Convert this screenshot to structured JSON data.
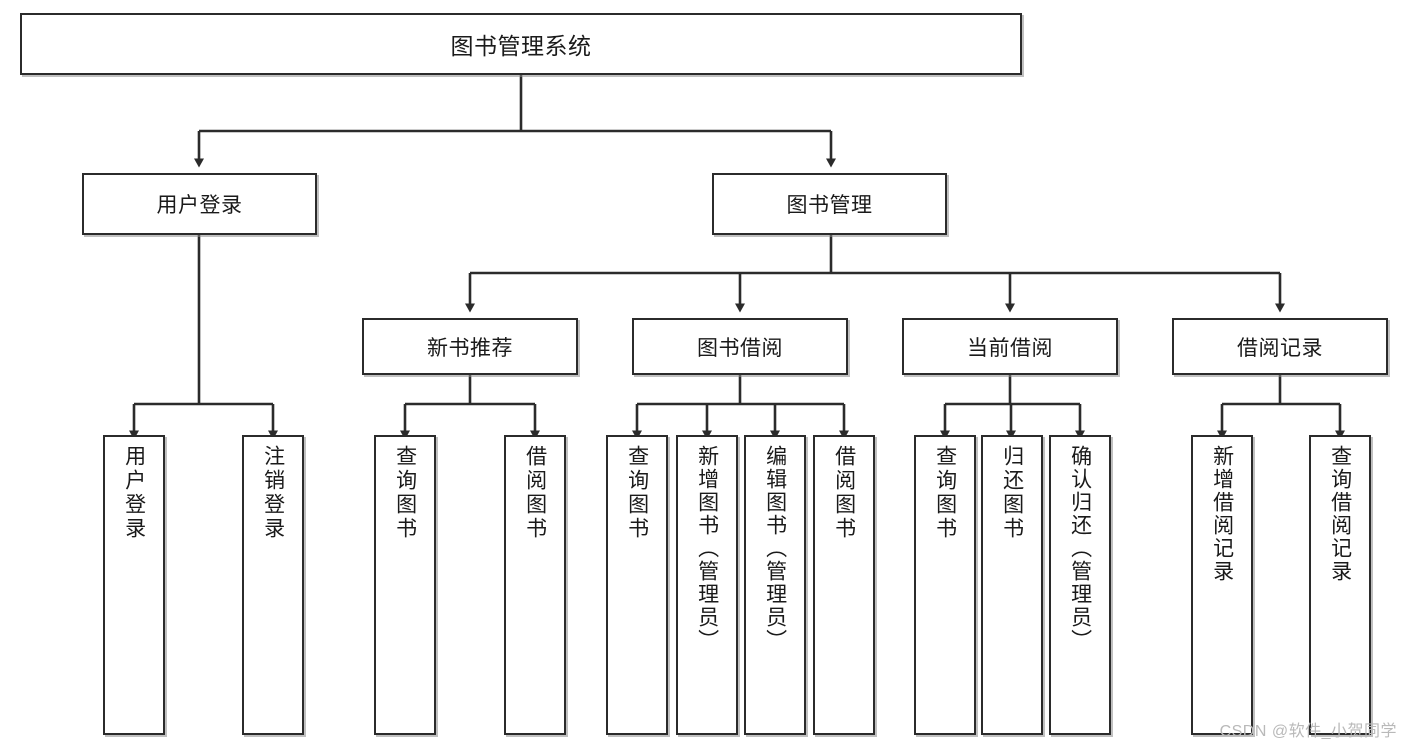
{
  "diagram": {
    "type": "tree",
    "title": "图书管理系统",
    "watermark": "CSDN @软件_小贺同学",
    "colors": {
      "node_border": "#2b2b2b",
      "node_fill": "#ffffff",
      "edge": "#2b2b2b",
      "watermark": "#b9b9b9"
    },
    "nodes": {
      "root": {
        "label": "图书管理系统"
      },
      "level2": [
        {
          "label": "用户登录"
        },
        {
          "label": "图书管理"
        }
      ],
      "level3": [
        {
          "label": "新书推荐"
        },
        {
          "label": "图书借阅"
        },
        {
          "label": "当前借阅"
        },
        {
          "label": "借阅记录"
        }
      ],
      "leaves": {
        "user_login": [
          {
            "label": "用户登录"
          },
          {
            "label": "注销登录"
          }
        ],
        "new_book_recommend": [
          {
            "label": "查询图书"
          },
          {
            "label": "借阅图书"
          }
        ],
        "book_borrow": [
          {
            "label": "查询图书"
          },
          {
            "label": "新增图书（管理员）"
          },
          {
            "label": "编辑图书（管理员）"
          },
          {
            "label": "借阅图书"
          }
        ],
        "current_borrow": [
          {
            "label": "查询图书"
          },
          {
            "label": "归还图书"
          },
          {
            "label": "确认归还（管理员）"
          }
        ],
        "borrow_record": [
          {
            "label": "新增借阅记录"
          },
          {
            "label": "查询借阅记录"
          }
        ]
      }
    }
  }
}
